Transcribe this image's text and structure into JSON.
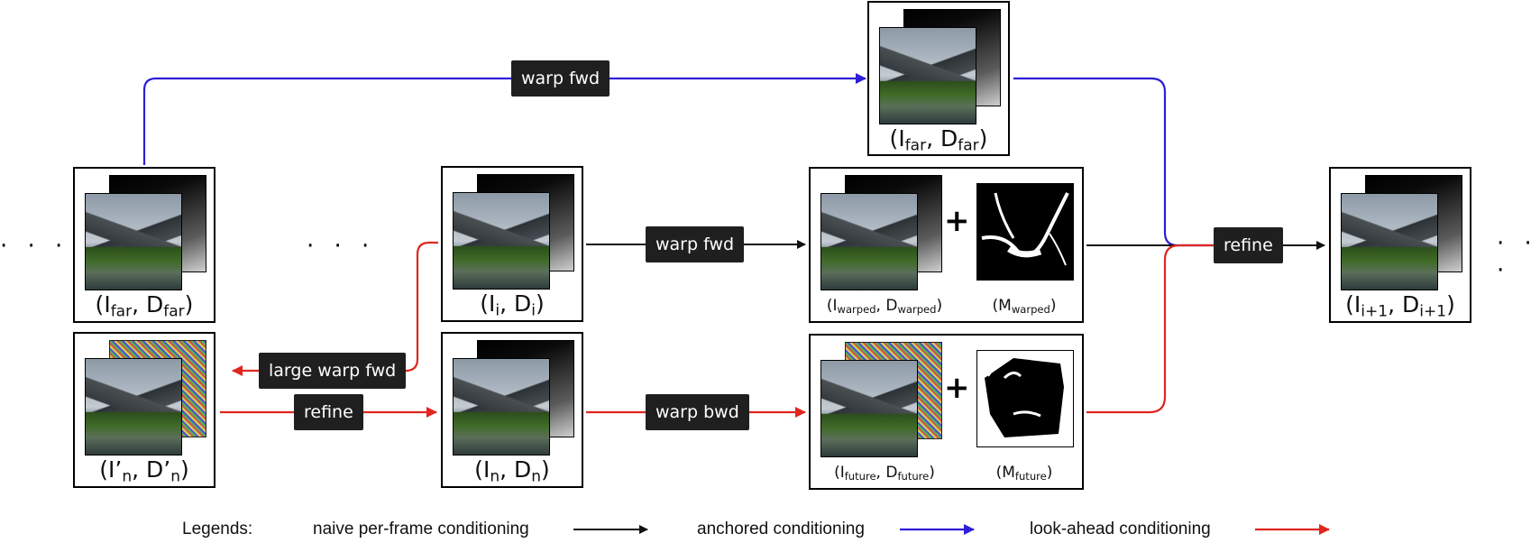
{
  "nodes": {
    "ifar_left": {
      "main": "I",
      "sub": "far",
      "main2": "D",
      "sub2": "far"
    },
    "ifar_top": {
      "main": "I",
      "sub": "far",
      "main2": "D",
      "sub2": "far"
    },
    "i_i": {
      "main": "I",
      "sub": "i",
      "main2": "D",
      "sub2": "i"
    },
    "i_n_prime": {
      "main": "I’",
      "sub": "n",
      "main2": "D’",
      "sub2": "n"
    },
    "i_n": {
      "main": "I",
      "sub": "n",
      "main2": "D",
      "sub2": "n"
    },
    "warped": {
      "main": "I",
      "sub": "warped",
      "main2": "D",
      "sub2": "warped"
    },
    "m_warped": {
      "main": "M",
      "sub": "warped"
    },
    "future": {
      "main": "I",
      "sub": "future",
      "main2": "D",
      "sub2": "future"
    },
    "m_future": {
      "main": "M",
      "sub": "future"
    },
    "i_next": {
      "main": "I",
      "sub": "i+1",
      "main2": "D",
      "sub2": "i+1"
    }
  },
  "operations": {
    "warp_fwd_top": "warp fwd",
    "warp_fwd_mid": "warp fwd",
    "refine_right": "refine",
    "large_warp_fwd": "large warp fwd",
    "refine_bottom": "refine",
    "warp_bwd": "warp bwd"
  },
  "symbols": {
    "plus": "+",
    "ellipsis": "· · ·"
  },
  "legend": {
    "title": "Legends:",
    "items": [
      {
        "label": "naive per-frame conditioning",
        "color": "#111111"
      },
      {
        "label": "anchored conditioning",
        "color": "#2d1fd9"
      },
      {
        "label": "look-ahead conditioning",
        "color": "#e0261f"
      }
    ]
  },
  "colors": {
    "black": "#111111",
    "blue": "#2d1fd9",
    "red": "#e0261f",
    "label_bg": "#1f1f1f"
  }
}
